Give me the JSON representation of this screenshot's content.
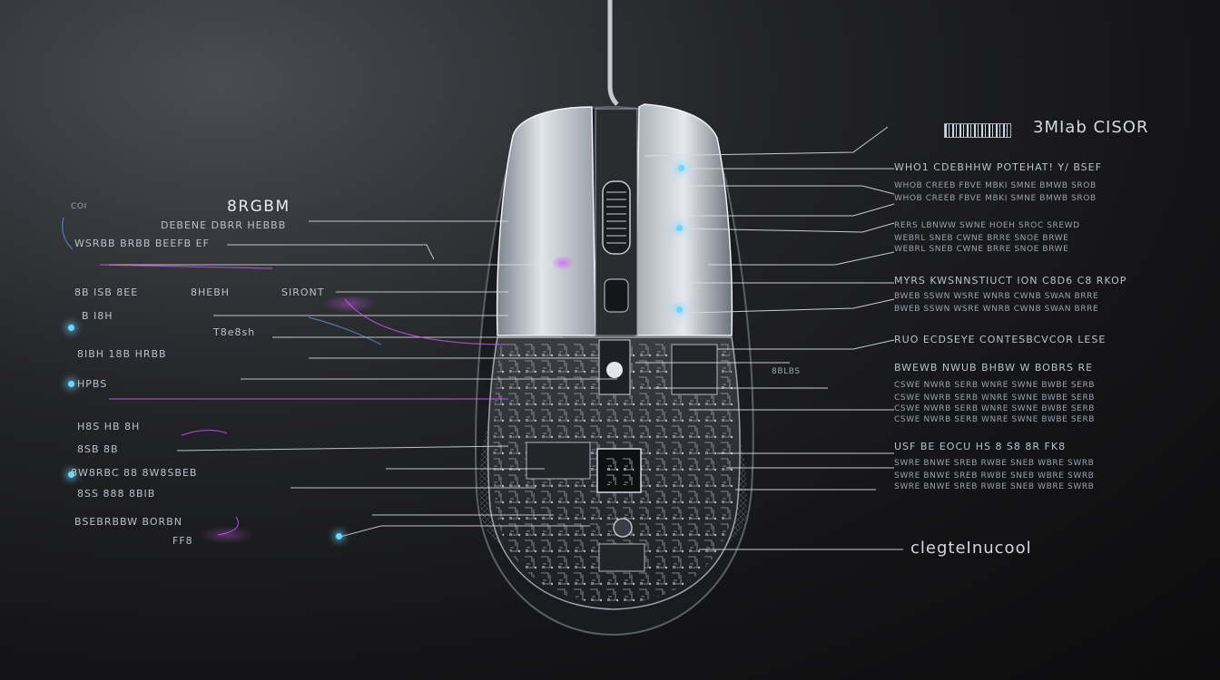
{
  "labels_right": {
    "top_title": "3MIab CISOR",
    "r1": "WHO1 CDEBHHW POTEHAT! Y/ BSEF",
    "r1_sub": "WHOB CREEB FBVE MBKI SMNE BMWB SROB",
    "r2": "RERS LBNWW SWNE HOEH SROC SREWD",
    "r2_sub": "WEBRL SNEB CWNE BRRE SNOE BRWE",
    "r3": "MYRS KWSNNSTIUCT ION C8D6 C8 RKOP",
    "r3_sub": "BWEB SSWN WSRE WNRB CWNB SWAN BRRE",
    "r4": "RUO ECDSEYE CONTESBCVCOR LESE",
    "r4_sub": "BWEWB NWUB BHBW W BOBRS RE",
    "r4_sub2": "CSWE NWRB SERB WNRE SWNE BWBE SERB",
    "r5": "USF BE EOCU HS 8 S8 8R FK8",
    "r5_sub": "SWRE BNWE SREB RWBE SNEB WBRE SWRB",
    "bottom": "clegteInucool"
  },
  "labels_left": {
    "l_top_small": "COI",
    "l_title": "8RGBM",
    "l_sub": "DEBENE DBRR HEBBB",
    "l_2": "WSRBB BRBB BEEFB EF",
    "l_3": "8B ISB 8EE",
    "l_3b": "8HEBH",
    "l_3c": "SIRONT",
    "l_4": "B I8H",
    "l_4b": "T8e8sh",
    "l_5": "8IBH 18B HRBB",
    "l_6": "HPBS",
    "l_7": "H8S HB 8H",
    "l_8": "8SB 8B",
    "l_9": "8W8RBC 88 8W8SBEB",
    "l_10": "8SS 888 8BIB",
    "l_11": "BSEBRBBW BORBN",
    "l_12": "FF8",
    "l_mid": "8BLBS"
  },
  "colors": {
    "accent_cyan": "#6fd6ff",
    "accent_magenta": "#d65cff",
    "shell": "#c9ced6",
    "pcb": "#2a2d31"
  }
}
